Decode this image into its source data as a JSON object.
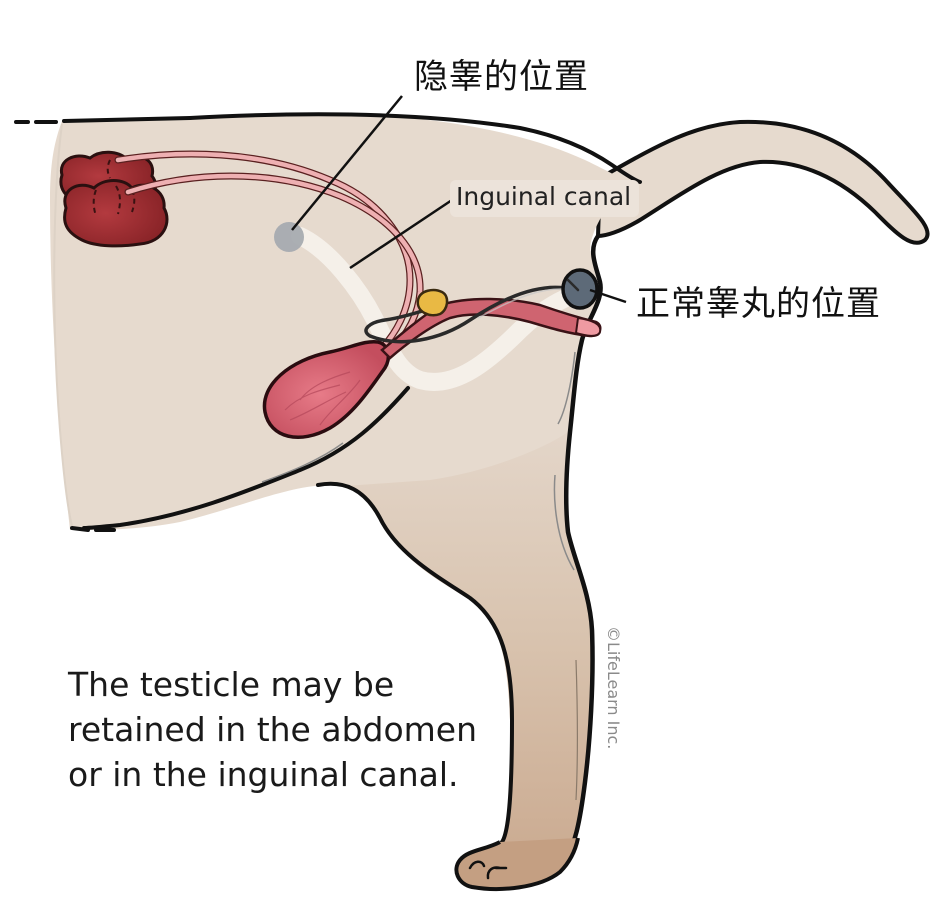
{
  "figure": {
    "title": "Cryptorchidism diagram (side view of cat hindquarters)",
    "colors": {
      "background": "#ffffff",
      "body_fill": "#e6dace",
      "leg_fill": "#c9a58a",
      "outline": "#111111",
      "kidney": "#9e2f33",
      "duct": "#e8a7a9",
      "retained_testis": "#a5a9ae",
      "normal_testis": "#5d6a78",
      "bladder": "#d45f6e",
      "canal": "#f3efe9",
      "prostate": "#e5b640",
      "penis": "#d06570"
    }
  },
  "labels": {
    "retained_position": "隐睾的位置",
    "inguinal_canal": "Inguinal canal",
    "normal_position": "正常睾丸的位置"
  },
  "caption": {
    "lines": [
      "The testicle may be",
      "retained in the abdomen",
      "or in the inguinal canal."
    ]
  },
  "copyright": "©LifeLearn Inc."
}
